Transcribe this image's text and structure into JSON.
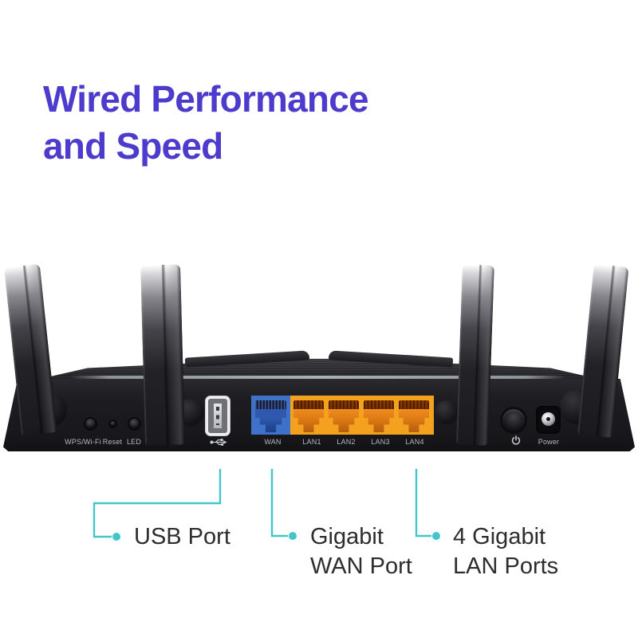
{
  "headline": {
    "lines": [
      "Wired Performance",
      "and Speed"
    ],
    "color": "#4c3bcd"
  },
  "router": {
    "buttons": {
      "wps_label": "WPS/Wi-Fi",
      "reset_label": "Reset",
      "led_label": "LED"
    },
    "usb": {
      "icon": "usb-icon"
    },
    "ports": {
      "wan_label": "WAN",
      "lan_labels": [
        "LAN1",
        "LAN2",
        "LAN3",
        "LAN4"
      ],
      "wan_plate_color": "#3d72c8",
      "lan_plate_color": "#f4a120",
      "body_color": "#1d1d21"
    },
    "power": {
      "icon": "power-icon",
      "label": "Power"
    }
  },
  "callouts": {
    "accent_color": "#43c6c9",
    "items": [
      {
        "name": "usb",
        "lines": [
          "USB Port"
        ]
      },
      {
        "name": "wan",
        "lines": [
          "Gigabit",
          "WAN Port"
        ]
      },
      {
        "name": "lan",
        "lines": [
          "4 Gigabit",
          "LAN Ports"
        ]
      }
    ]
  }
}
